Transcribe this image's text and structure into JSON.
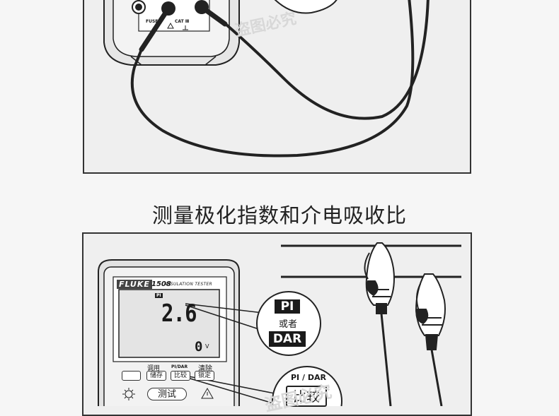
{
  "section_title": "测量极化指数和介电吸收比",
  "meter": {
    "brand": "FLUKE",
    "model": "1508",
    "subtitle": "INSULATION TESTER",
    "display_indicator": "PI",
    "reading": "2.6",
    "voltage_reading": "0",
    "voltage_unit": "V",
    "key_labels_top": [
      "调用",
      "PI/DAR",
      "清除"
    ],
    "key_labels": [
      "储存",
      "比较",
      "锁定"
    ],
    "test_button": "测试"
  },
  "top_ports": {
    "left_label": "FUSE",
    "right_label": "CAT Ⅲ"
  },
  "callout_mode": {
    "pi": "PI",
    "or": "或者",
    "dar": "DAR"
  },
  "callout_key": {
    "label": "PI / DAR",
    "key": "比较"
  },
  "watermarks": [
    "盗图必究",
    "盗图必究"
  ],
  "colors": {
    "outline": "#222222",
    "panel": "#efefef",
    "display": "#e4e4e4",
    "callout_fill": "#1a1a1a"
  }
}
